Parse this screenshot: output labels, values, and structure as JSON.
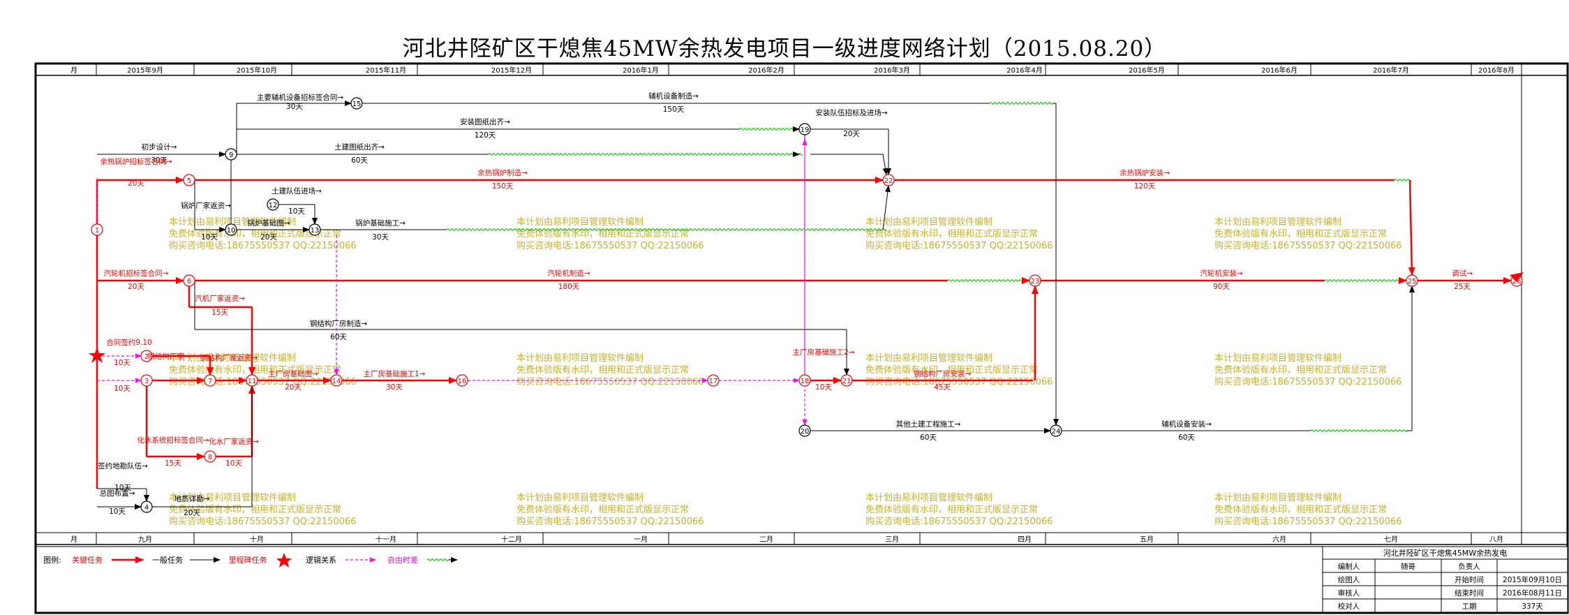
{
  "title": "河北井陉矿区干熄焦45MW余热发电项目一级进度网络计划（2015.08.20）",
  "timeline": {
    "top_label": "月",
    "bottom_label": "月",
    "months_top": [
      "2015年9月",
      "2015年10月",
      "2015年11月",
      "2015年12月",
      "2016年1月",
      "2016年2月",
      "2016年3月",
      "2016年4月",
      "2016年5月",
      "2016年6月",
      "2016年7月",
      "2016年8月"
    ],
    "months_bottom": [
      "九月",
      "十月",
      "十一月",
      "十二月",
      "一月",
      "二月",
      "三月",
      "四月",
      "五月",
      "六月",
      "七月",
      "八月"
    ]
  },
  "watermark": {
    "line1": "本计划由易利项目管理软件编制",
    "line2": "免费体验版有水印，相用和正式版显示正常",
    "line3": "购买咨询电话:18675550537 QQ:22150066"
  },
  "tasks": [
    {
      "name": "主要辅机设备招标签合同",
      "duration": "30天"
    },
    {
      "name": "辅机设备制造",
      "duration": "150天"
    },
    {
      "name": "安装图纸出齐",
      "duration": "120天"
    },
    {
      "name": "安装队伍招标及进场",
      "duration": "20天"
    },
    {
      "name": "初步设计",
      "duration": "30天"
    },
    {
      "name": "土建图纸出齐",
      "duration": "60天"
    },
    {
      "name": "余热锅炉招标签合同",
      "duration": "20天"
    },
    {
      "name": "余热锅炉制造",
      "duration": "150天"
    },
    {
      "name": "余热锅炉安装",
      "duration": "120天"
    },
    {
      "name": "锅炉厂家返资",
      "duration": "10天"
    },
    {
      "name": "土建队伍进场",
      "duration": "10天"
    },
    {
      "name": "锅炉基础图",
      "duration": "20天"
    },
    {
      "name": "锅炉基础施工",
      "duration": "30天"
    },
    {
      "name": "汽轮机招标签合同",
      "duration": "20天"
    },
    {
      "name": "汽轮机制造",
      "duration": "180天"
    },
    {
      "name": "汽轮机安装",
      "duration": "90天"
    },
    {
      "name": "调试",
      "duration": "25天"
    },
    {
      "name": "汽机厂家返资",
      "duration": "15天"
    },
    {
      "name": "钢结构厂房制造",
      "duration": "60天"
    },
    {
      "name": "合同签约9.10",
      "duration": ""
    },
    {
      "name": "钢结构厂家",
      "duration": "10天"
    },
    {
      "name": "钢结构厂家返资",
      "duration": "10天"
    },
    {
      "name": "主厂房基础图",
      "duration": "20天"
    },
    {
      "name": "主厂房基础施工1",
      "duration": "30天"
    },
    {
      "name": "主厂房基础施工2",
      "duration": "10天"
    },
    {
      "name": "钢结构厂房安装",
      "duration": "45天"
    },
    {
      "name": "化水系统招标签合同",
      "duration": "15天"
    },
    {
      "name": "化水厂家返资",
      "duration": "10天"
    },
    {
      "name": "其他土建工程施工",
      "duration": "60天"
    },
    {
      "name": "辅机设备安装",
      "duration": "60天"
    },
    {
      "name": "签约地勘队伍",
      "duration": "10天"
    },
    {
      "name": "总图布置",
      "duration": "10天"
    },
    {
      "name": "地质详勘",
      "duration": "20天"
    }
  ],
  "legend": {
    "label": "图例:",
    "critical": "关键任务",
    "normal": "一般任务",
    "milestone": "里程碑任务",
    "logic": "逻辑关系",
    "float": "自由时差"
  },
  "info": {
    "project": "河北井陉矿区干熄焦45MW余热发电",
    "rows": [
      [
        "编制人",
        "随哥",
        "负责人",
        ""
      ],
      [
        "绘图人",
        "",
        "开始时间",
        "2015年09月10日"
      ],
      [
        "审核人",
        "",
        "结束时间",
        "2016年08月11日"
      ],
      [
        "校对人",
        "",
        "工期",
        "337天"
      ]
    ]
  },
  "colors": {
    "critical": "#ff0000",
    "normal": "#000000",
    "logic": "#ff00ff",
    "float": "#00cc00",
    "watermark": "#c8b22a"
  }
}
